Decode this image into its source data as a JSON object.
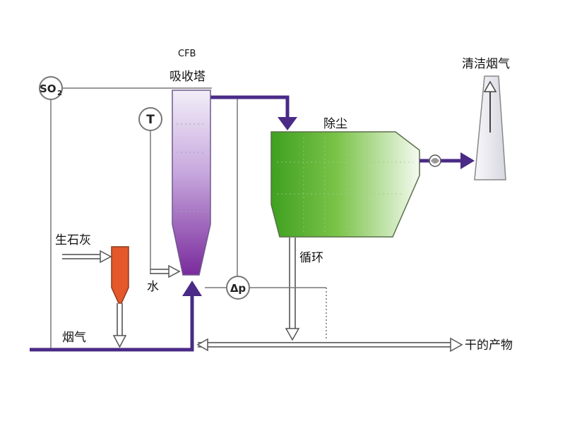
{
  "labels": {
    "cfb": "CFB",
    "absorber": "吸收塔",
    "clean_flue_gas": "清洁烟气",
    "dust_removal": "除尘",
    "quicklime": "生石灰",
    "water": "水",
    "flue_gas": "烟气",
    "recirculation": "循环",
    "dry_product": "干的产物"
  },
  "instruments": {
    "so2": "SO",
    "so2_sub": "2",
    "temperature": "T",
    "pressure_diff": "Δp"
  },
  "colors": {
    "main_line": "#4a2a86",
    "thin_line": "#999999",
    "absorber_top": "#f2eef8",
    "absorber_bottom": "#7a2b9c",
    "precipitator_left": "#3fa020",
    "precipitator_right": "#f4faf0",
    "silo": "#e4582c",
    "stack": "#e9e9ef"
  }
}
